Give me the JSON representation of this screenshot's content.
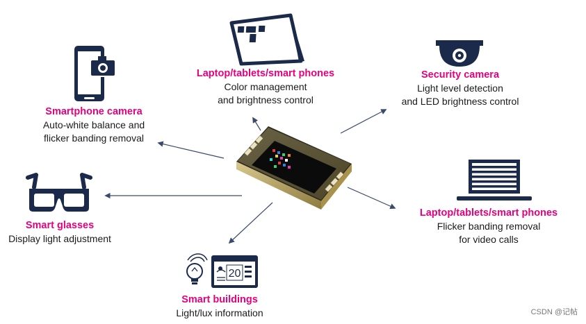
{
  "colors": {
    "accent": "#e6007e",
    "navy": "#1b2a4a",
    "arrow": "#3a4a6b"
  },
  "nodes": [
    {
      "id": "smartphone",
      "icon": "smartphone-camera-icon",
      "title": "Smartphone camera",
      "lines": [
        "Auto-white balance and",
        "flicker banding removal"
      ]
    },
    {
      "id": "laptop-top",
      "icon": "tablet-display-icon",
      "title": "Laptop/tablets/smart phones",
      "lines": [
        "Color management",
        "and brightness control"
      ]
    },
    {
      "id": "security",
      "icon": "dome-camera-icon",
      "title": "Security camera",
      "lines": [
        "Light level detection",
        "and LED brightness control"
      ]
    },
    {
      "id": "glasses",
      "icon": "3d-glasses-icon",
      "title": "Smart glasses",
      "lines": [
        "Display light adjustment"
      ]
    },
    {
      "id": "laptop-right",
      "icon": "laptop-icon",
      "title": "Laptop/tablets/smart phones",
      "lines": [
        "Flicker banding removal",
        "for video calls"
      ]
    },
    {
      "id": "buildings",
      "icon": "smart-building-icon",
      "title": "Smart buildings",
      "lines": [
        "Light/lux information"
      ]
    }
  ],
  "thermostat_value": "20",
  "watermark": "CSDN @记帖"
}
